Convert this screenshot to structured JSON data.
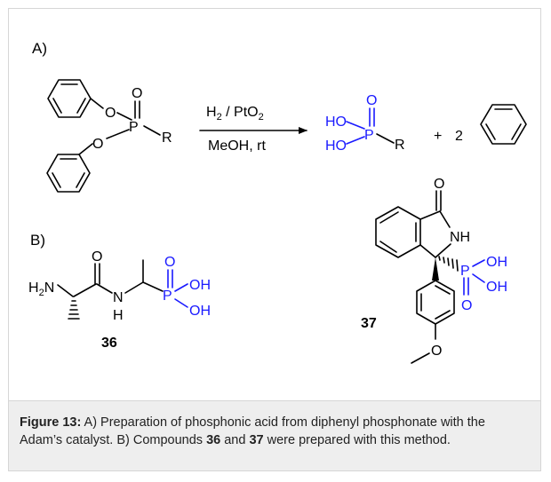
{
  "scheme_a": {
    "panel_label": "A)",
    "reactant": {
      "atom_O1": "O",
      "atom_O2": "O",
      "atom_O_top": "O",
      "atom_P": "P",
      "atom_R": "R"
    },
    "conditions": {
      "reagent_main": "H",
      "reagent_sub": "2",
      "reagent_rest": " / PtO",
      "reagent_sub2": "2",
      "solvent": "MeOH, rt"
    },
    "product": {
      "atom_HO1": "HO",
      "atom_HO2": "HO",
      "atom_O_top": "O",
      "atom_P": "P",
      "atom_R": "R"
    },
    "plus": "+",
    "coefficient": "2"
  },
  "scheme_b": {
    "panel_label": "B)",
    "compound_36": {
      "number": "36",
      "atom_H2N_H": "H",
      "atom_H2N_sub": "2",
      "atom_H2N_N": "N",
      "atom_O_carbonyl": "O",
      "atom_N": "N",
      "atom_H": "H",
      "atom_P": "P",
      "atom_O_top": "O",
      "atom_OH1": "OH",
      "atom_OH2": "OH"
    },
    "compound_37": {
      "number": "37",
      "atom_O_carbonyl": "O",
      "atom_NH": "NH",
      "atom_P": "P",
      "atom_OH1": "OH",
      "atom_OH2": "OH",
      "atom_O_bottom": "O",
      "atom_O_methoxy": "O"
    }
  },
  "caption": {
    "label": "Figure 13:",
    "text_1": " A) Preparation of phosphonic acid from diphenyl phosphonate with the Adam’s catalyst. B) Compounds ",
    "compound_a": "36",
    "text_2": " and ",
    "compound_b": "37",
    "text_3": " were prepared with this method."
  },
  "colors": {
    "heteroatom_blue": "#1a1aff",
    "caption_bg": "#eeeeee"
  }
}
